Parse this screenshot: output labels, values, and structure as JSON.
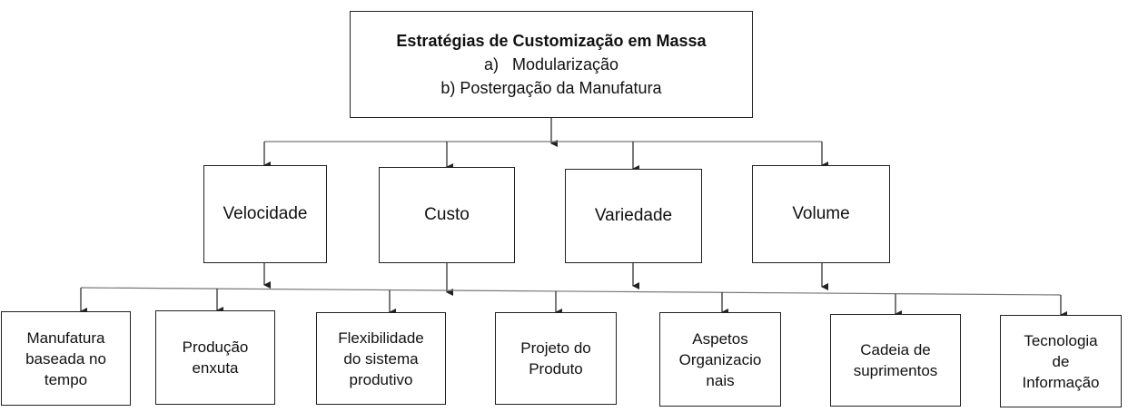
{
  "root": {
    "title": "Estratégias de Customização em Massa",
    "items": [
      "a)   Modularização",
      "b) Postergação da Manufatura"
    ]
  },
  "dimensions": [
    "Velocidade",
    "Custo",
    "Variedade",
    "Volume"
  ],
  "factors": [
    "Manufatura\nbaseada no\ntempo",
    "Produção\nenxuta",
    "Flexibilidade\ndo sistema\nprodutivo",
    "Projeto do\nProduto",
    "Aspetos\nOrganizacio\nnais",
    "Cadeia de\nsuprimentos",
    "Tecnologia\nde\nInformação"
  ]
}
